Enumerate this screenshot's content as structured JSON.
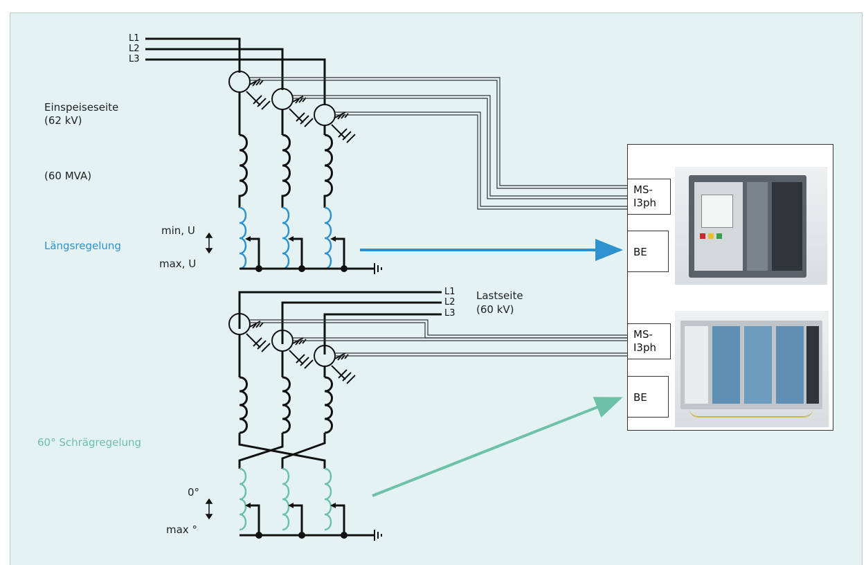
{
  "supply_side": {
    "label": "Einspeiseseite",
    "voltage": "(62 kV)",
    "power": "(60 MVA)"
  },
  "load_side": {
    "label": "Lastseite",
    "voltage": "(60 kV)"
  },
  "phases_top": [
    "L1",
    "L2",
    "L3"
  ],
  "phases_bottom": [
    "L1",
    "L2",
    "L3"
  ],
  "longitudinal": {
    "label": "Längsregelung",
    "min": "min, U",
    "max": "max, U",
    "color": "#2f92cf"
  },
  "quadrature": {
    "label": "60° Schrägregelung",
    "min": "0°",
    "max": "max °",
    "color": "#6cc1a6"
  },
  "device_top": {
    "ms_line1": "MS-",
    "ms_line2": "I3ph",
    "be": "BE"
  },
  "device_bottom": {
    "ms_line1": "MS-",
    "ms_line2": "I3ph",
    "be": "BE"
  }
}
